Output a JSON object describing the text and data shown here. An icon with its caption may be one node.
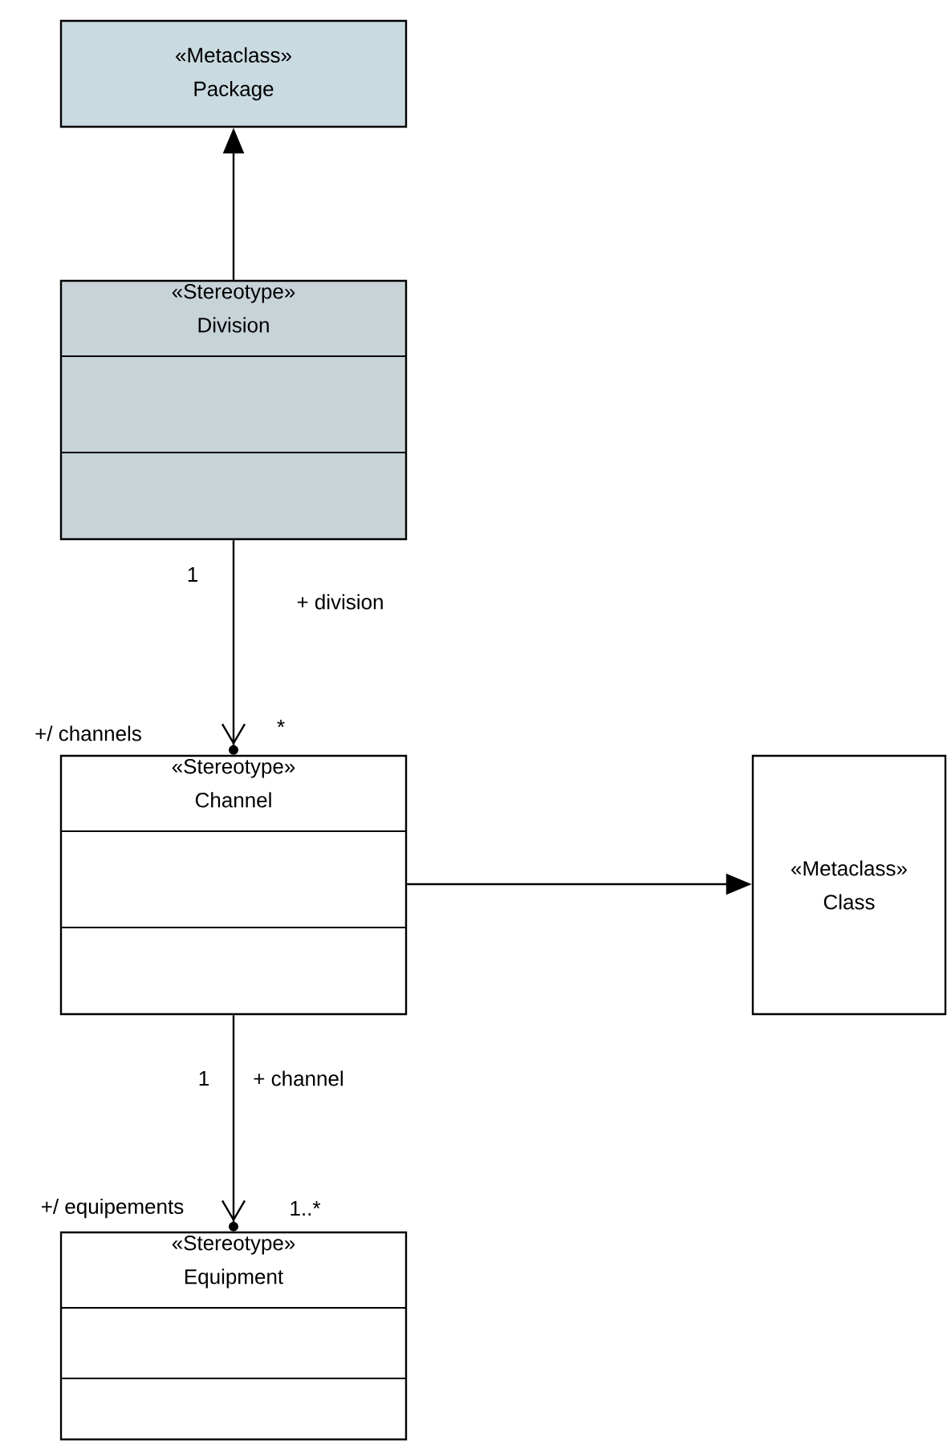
{
  "diagram": {
    "nodes": [
      {
        "text": [
          "«Metaclass»",
          "Package"
        ]
      },
      {
        "text": [
          "«Stereotype»",
          "Division"
        ]
      },
      {
        "text": [
          "«Stereotype»",
          "Channel"
        ]
      },
      {
        "text": [
          "«Metaclass»",
          "Class"
        ]
      },
      {
        "text": [
          "«Stereotype»",
          "Equipment"
        ]
      }
    ],
    "edges": [
      {
        "from": 1,
        "to": 0,
        "arrow": "to"
      },
      {
        "from": 1,
        "to": 2,
        "arrow": "to",
        "label": "+ division"
      },
      {
        "from": 2,
        "to": 3,
        "arrow": "to"
      },
      {
        "from": 2,
        "to": 4,
        "arrow": "to",
        "label": "+ channel"
      }
    ],
    "labels": [
      "1",
      "+/ channels",
      "*",
      "1",
      "+/ equipements",
      "1..*"
    ]
  }
}
